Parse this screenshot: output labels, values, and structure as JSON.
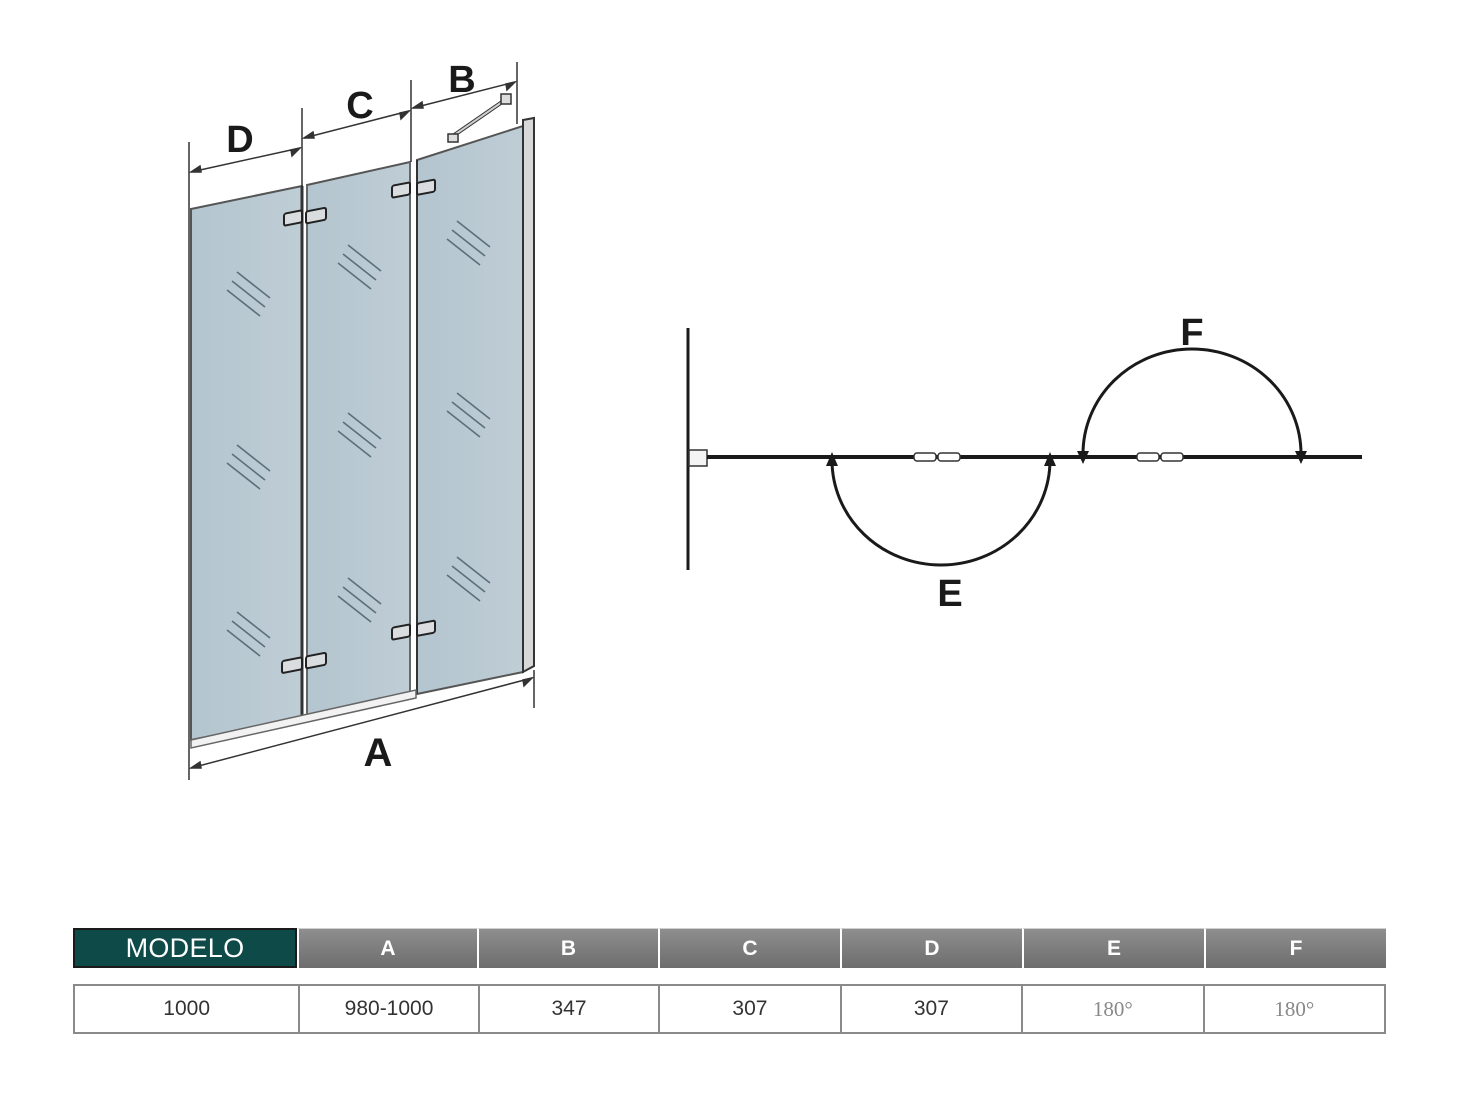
{
  "dimension_labels": {
    "a": "A",
    "b": "B",
    "c": "C",
    "d": "D",
    "e": "E",
    "f": "F"
  },
  "colors": {
    "glass": "#b9c9d2",
    "header_model": "#0d4a48",
    "header_gray": "#7d7d7d",
    "line": "#1a1a1a"
  },
  "table": {
    "headers": [
      "MODELO",
      "A",
      "B",
      "C",
      "D",
      "E",
      "F"
    ],
    "row": [
      "1000",
      "980-1000",
      "347",
      "307",
      "307",
      "180°",
      "180°"
    ]
  }
}
